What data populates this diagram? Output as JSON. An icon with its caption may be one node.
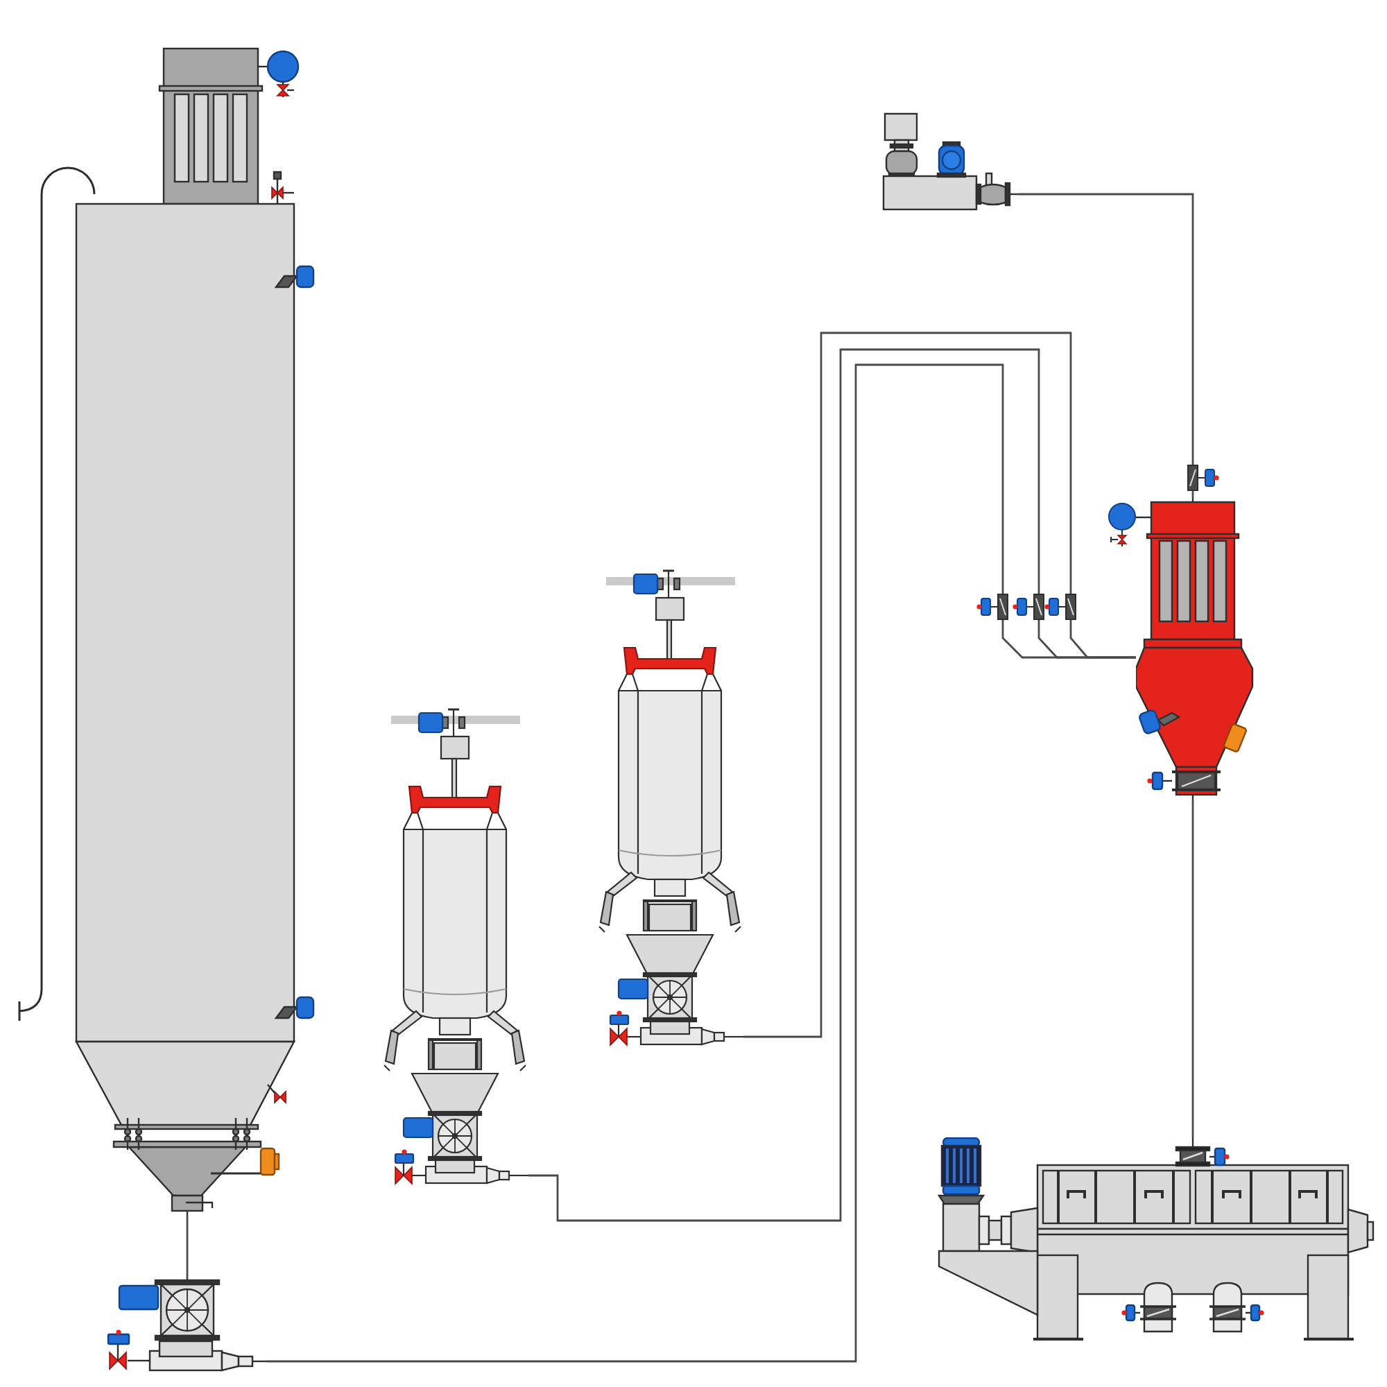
{
  "diagram": {
    "nodes": [
      {
        "text": [],
        "shape": "picture"
      },
      {
        "text": [],
        "shape": "picture"
      },
      {
        "text": [],
        "shape": "picture"
      },
      {
        "text": [],
        "shape": "picture"
      },
      {
        "text": [],
        "shape": "picture"
      },
      {
        "text": [],
        "shape": "picture"
      },
      {
        "text": [],
        "shape": "picture"
      }
    ],
    "edges": [
      {
        "from": 0,
        "to": 1,
        "arrow": "none"
      },
      {
        "from": 1,
        "to": 5,
        "arrow": "none"
      },
      {
        "from": 2,
        "to": 5,
        "arrow": "none"
      },
      {
        "from": 3,
        "to": 5,
        "arrow": "none"
      },
      {
        "from": 4,
        "to": 5,
        "arrow": "none"
      },
      {
        "from": 5,
        "to": 6,
        "arrow": "none"
      }
    ]
  }
}
